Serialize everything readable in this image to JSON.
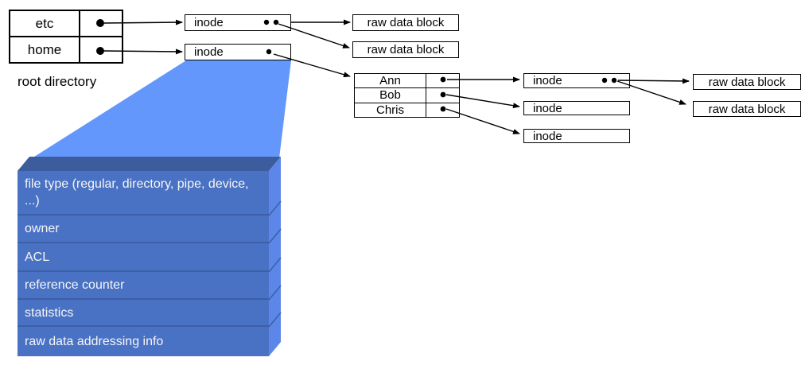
{
  "labels": {
    "inode": "inode",
    "raw_data_block": "raw data block",
    "root_directory_caption": "root directory"
  },
  "root_directory": {
    "rows": [
      {
        "name": "etc"
      },
      {
        "name": "home"
      }
    ]
  },
  "user_directory": {
    "rows": [
      {
        "name": "Ann"
      },
      {
        "name": "Bob"
      },
      {
        "name": "Chris"
      }
    ]
  },
  "inode_detail": {
    "fields": [
      "file type (regular, directory, pipe, device, ...)",
      "owner",
      "ACL",
      "reference counter",
      "statistics",
      "raw data addressing info"
    ]
  },
  "colors": {
    "funnel": "#6397FB",
    "slab_front": "#4A72C4",
    "slab_side": "#5C87E8",
    "slab_top": "#3D5C9E",
    "slab_divider": "#3C5FA5",
    "line": "#000000",
    "box_background": "#FFFFFF",
    "text_light": "#F5F5F5"
  }
}
